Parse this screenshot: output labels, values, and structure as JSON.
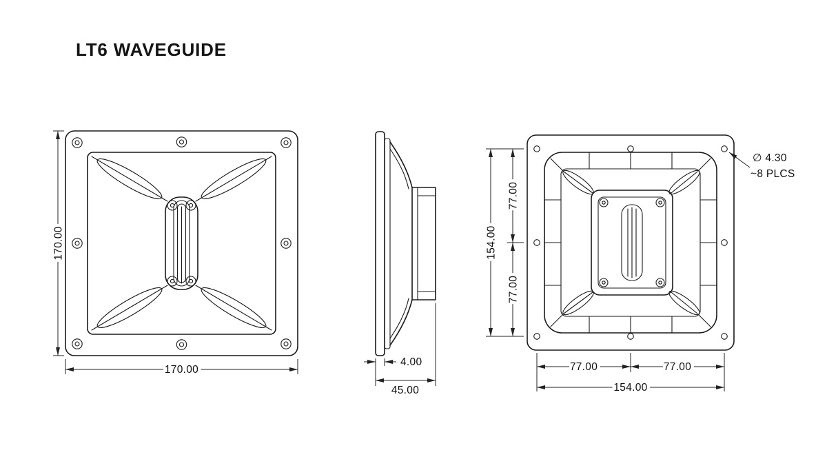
{
  "title": "LT6 WAVEGUIDE",
  "drawing": {
    "front_view": {
      "height_dim": "170.00",
      "width_dim": "170.00"
    },
    "side_view": {
      "flange_thickness_dim": "4.00",
      "depth_dim": "45.00"
    },
    "back_view": {
      "height_dim": "154.00",
      "height_upper_dim": "77.00",
      "height_lower_dim": "77.00",
      "width_left_dim": "77.00",
      "width_right_dim": "77.00",
      "width_dim": "154.00",
      "hole_callout_diameter": "∅ 4.30",
      "hole_callout_places": "~8 PLCS"
    }
  },
  "colors": {
    "line": "#1a1a1a",
    "dimension": "#222222",
    "text": "#101010",
    "background": "#ffffff"
  }
}
